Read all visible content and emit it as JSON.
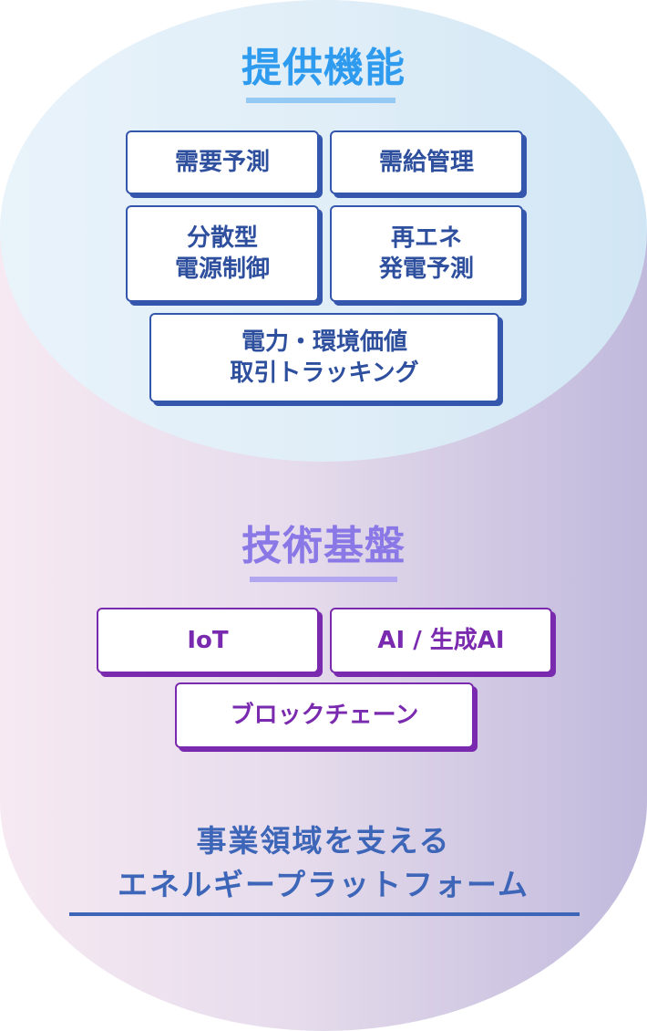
{
  "functions": {
    "title": "提供機能",
    "items": [
      {
        "label": "需要予測"
      },
      {
        "label": "需給管理"
      },
      {
        "label": "分散型\n電源制御"
      },
      {
        "label": "再エネ\n発電予測"
      },
      {
        "label": "電力・環境価値\n取引トラッキング"
      }
    ]
  },
  "technology": {
    "title": "技術基盤",
    "items": [
      {
        "label": "IoT"
      },
      {
        "label": "AI / 生成AI"
      },
      {
        "label": "ブロックチェーン"
      }
    ]
  },
  "platform": {
    "label": "事業領域を支える\nエネルギープラットフォーム"
  },
  "colors": {
    "function_title": "#2f9bee",
    "function_box": "#3556ad",
    "technology_title": "#8a78e6",
    "technology_box": "#7a2aae",
    "platform_text": "#3d65b8"
  }
}
